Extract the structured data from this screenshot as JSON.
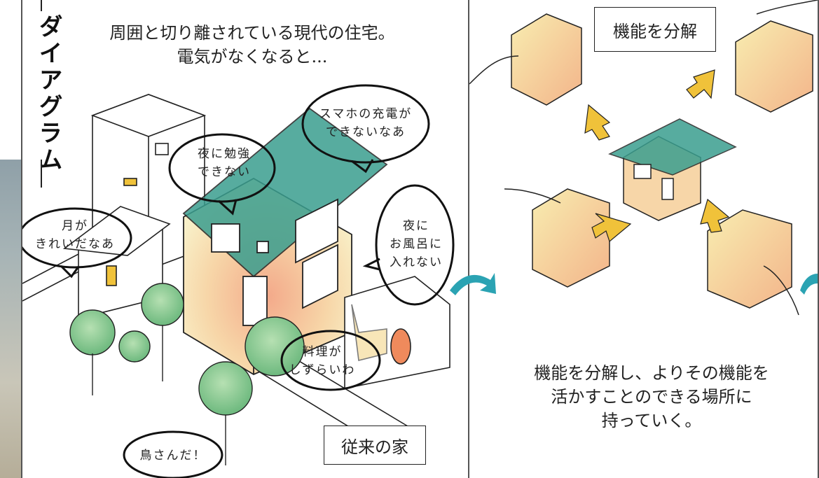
{
  "side_title": "ダイアグラム",
  "left_panel": {
    "heading_line1": "周囲と切り離されている現代の住宅。",
    "heading_line2": "電気がなくなると...",
    "bubbles": {
      "study": [
        "夜に勉強",
        "できない"
      ],
      "phone": [
        "スマホの充電が",
        "できないなあ"
      ],
      "moon": [
        "月が",
        "きれいだなあ"
      ],
      "bath": [
        "夜に",
        "お風呂に",
        "入れない"
      ],
      "cook": [
        "料理が",
        "しずらいわ"
      ],
      "bird": "鳥さんだ！"
    },
    "label": "従来の家"
  },
  "right_panel": {
    "label": "機能を分解",
    "caption_line1": "機能を分解し、よりその機能を",
    "caption_line2": "活かすことのできる場所に",
    "caption_line3": "持っていく。"
  },
  "colors": {
    "roof_teal": "#3a9e8f",
    "arrow_teal": "#2ba3b3",
    "arrow_yellow": "#f0c23a",
    "tree_green": "#7cc28a",
    "wall_warm": "#f6d2a6"
  }
}
